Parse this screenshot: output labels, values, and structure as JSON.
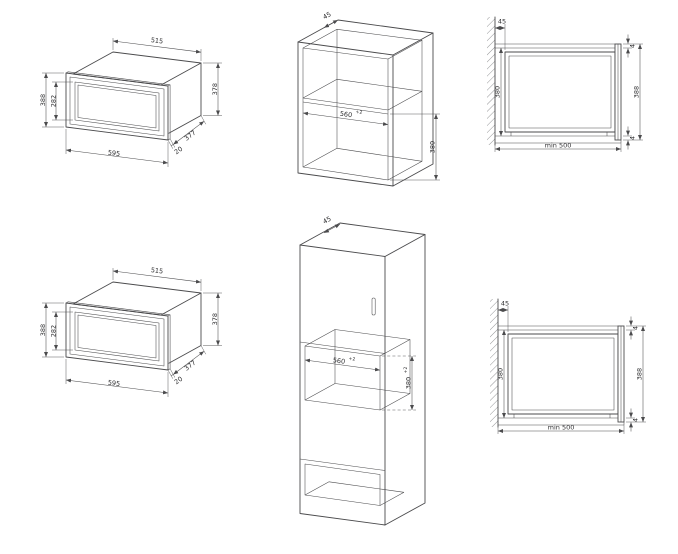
{
  "sheet": {
    "background": "#ffffff",
    "line_color": "#4b4b4d"
  },
  "figures": {
    "fig1": {
      "title": "microwave overall dimensions (top)",
      "dims": {
        "top_width": "515",
        "left_height": "388",
        "door_height": "282",
        "back_height": "378",
        "front_width": "595",
        "depth": "377",
        "frame_depth": "20"
      }
    },
    "fig2": {
      "title": "wall unit niche",
      "dims": {
        "vent_gap": "45",
        "niche_width": "560",
        "niche_width_tol": "+2",
        "niche_height": "380"
      }
    },
    "fig3": {
      "title": "side section wall unit",
      "dims": {
        "vent_gap": "45",
        "niche_height": "380",
        "frame_height": "388",
        "overhang_top": "4",
        "overhang_bottom": "4",
        "min_depth": "min 500"
      }
    },
    "fig4": {
      "title": "microwave overall dimensions (bottom)",
      "dims": {
        "top_width": "515",
        "left_height": "388",
        "door_height": "282",
        "back_height": "378",
        "front_width": "595",
        "depth": "377",
        "frame_depth": "20"
      }
    },
    "fig5": {
      "title": "tall unit niche",
      "dims": {
        "vent_gap": "45",
        "niche_width": "560",
        "niche_width_tol": "+2",
        "niche_height": "380",
        "niche_height_tol": "+2"
      }
    },
    "fig6": {
      "title": "side section tall unit",
      "dims": {
        "vent_gap": "45",
        "niche_height": "380",
        "frame_height": "388",
        "overhang_top": "4",
        "overhang_bottom": "4",
        "min_depth": "min 500"
      }
    }
  }
}
